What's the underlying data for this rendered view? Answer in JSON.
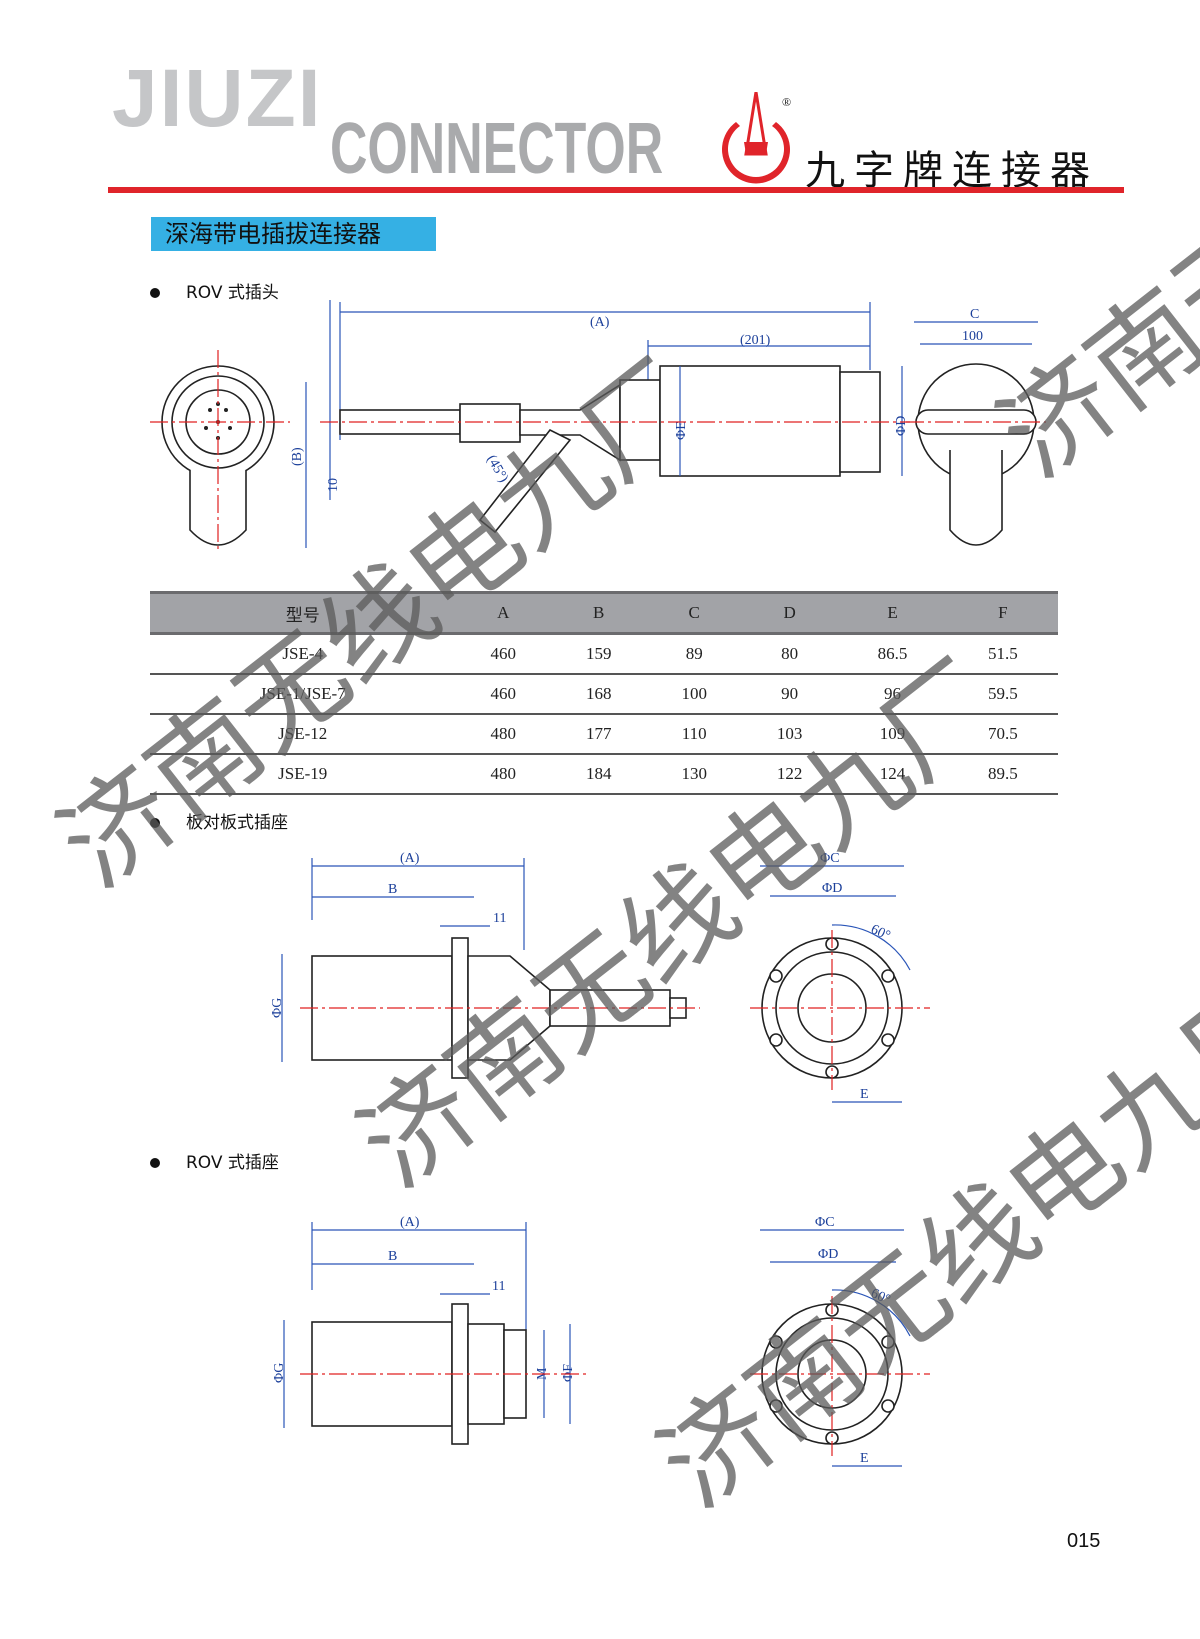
{
  "header": {
    "brand_en_1": "JIUZI",
    "brand_en_2": "CONNECTOR",
    "brand_cn": "九字牌连接器",
    "registered": "®"
  },
  "section_title": "深海带电插拔连接器",
  "subsections": [
    {
      "title": "ROV 式插头",
      "labels": {
        "A": "(A)",
        "l201": "(201)",
        "C": "C",
        "c100": "100",
        "E": "ΦE",
        "D": "ΦD",
        "B": "(B)",
        "ten": "10",
        "angle": "(45°)"
      }
    },
    {
      "title": "板对板式插座",
      "labels": {
        "A": "(A)",
        "B": "B",
        "eleven": "11",
        "G": "ΦG",
        "C": "ΦC",
        "D": "ΦD",
        "angle": "60°",
        "E": "E"
      }
    },
    {
      "title": "ROV 式插座",
      "labels": {
        "A": "(A)",
        "B": "B",
        "eleven": "11",
        "G": "ΦG",
        "M": "M",
        "F": "ΦF",
        "C": "ΦC",
        "D": "ΦD",
        "angle": "60°",
        "E": "E"
      }
    }
  ],
  "table": {
    "headers": [
      "型号",
      "A",
      "B",
      "C",
      "D",
      "E",
      "F"
    ],
    "rows": [
      [
        "JSE-4",
        "460",
        "159",
        "89",
        "80",
        "86.5",
        "51.5"
      ],
      [
        "JSE-1/JSE-7",
        "460",
        "168",
        "100",
        "90",
        "96",
        "59.5"
      ],
      [
        "JSE-12",
        "480",
        "177",
        "110",
        "103",
        "109",
        "70.5"
      ],
      [
        "JSE-19",
        "480",
        "184",
        "130",
        "122",
        "124",
        "89.5"
      ]
    ]
  },
  "watermark": "济南无线电九厂",
  "page_number": "015",
  "colors": {
    "accent_red": "#e0242a",
    "section_blue": "#35b0e4",
    "dimension_blue": "#2a55b8"
  }
}
